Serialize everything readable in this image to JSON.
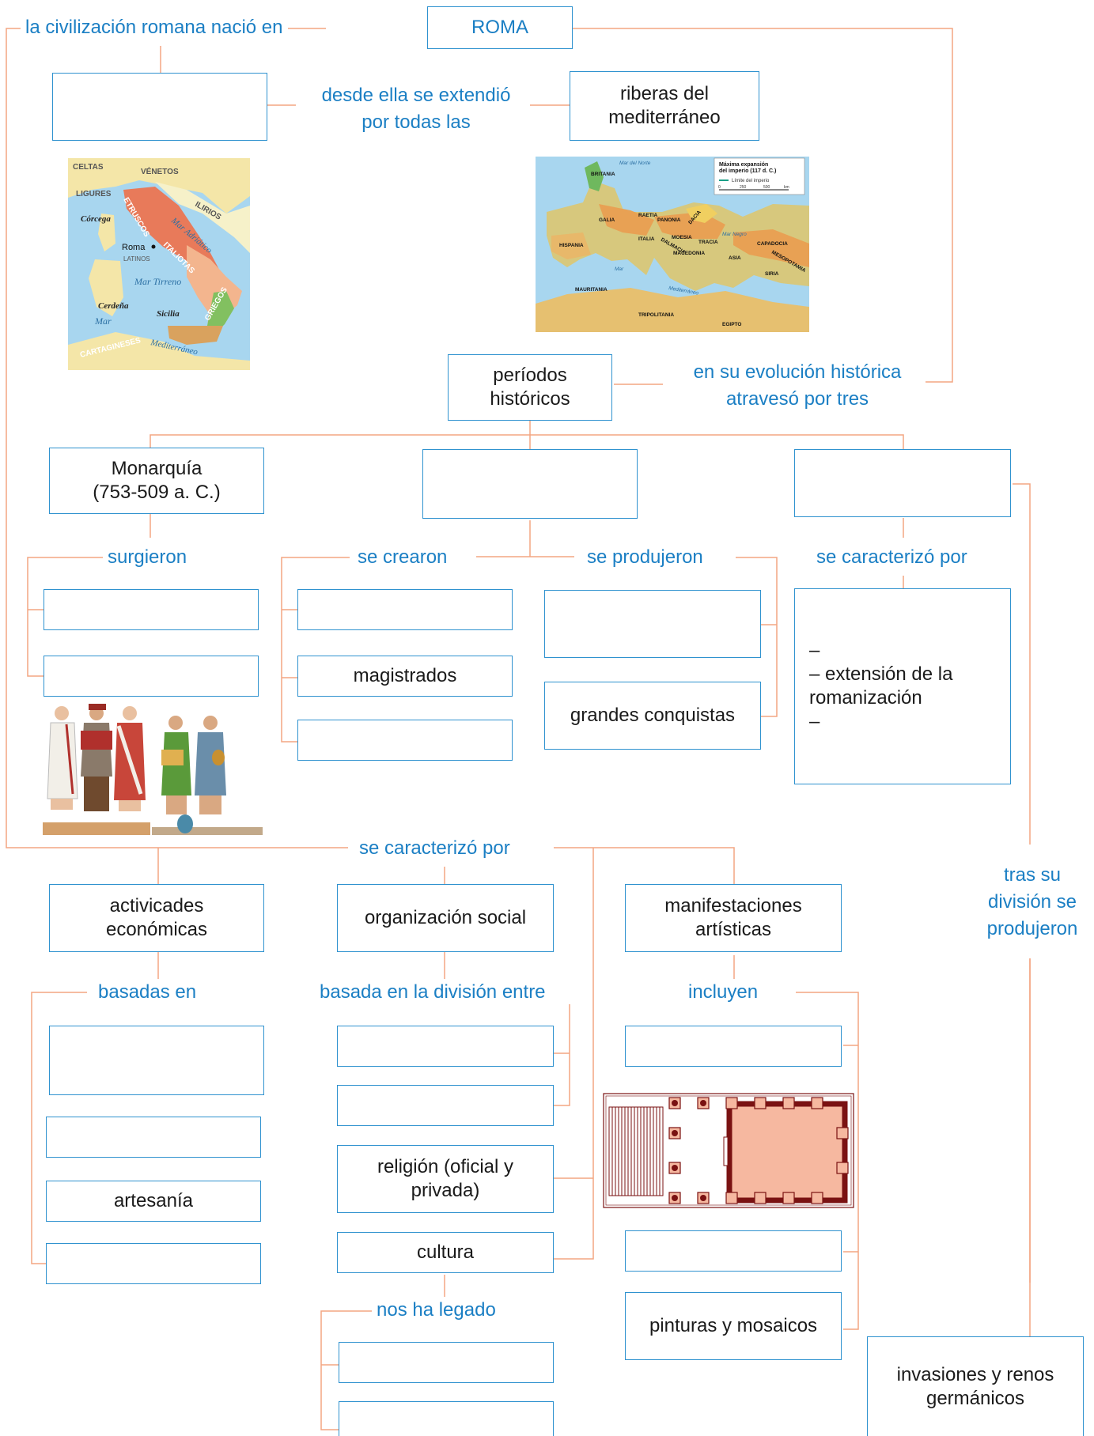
{
  "colors": {
    "connector": "#f4a582",
    "box_border": "#2f92cf",
    "label_text": "#1b7fc4"
  },
  "labels": {
    "nacio_en": "la civilización romana nació en",
    "extendio": "desde ella se extendió\npor todas las",
    "evolucion": "en su evolución histórica\natravesó por tres",
    "surgieron": "surgieron",
    "se_crearon": "se crearon",
    "se_produjeron": "se produjeron",
    "caracterizo_imperio": "se caracterizó por",
    "caracterizo_main": "se caracterizó por",
    "tras_division": "tras su\ndivisión se\nprodujeron",
    "basadas_en": "basadas en",
    "basada_division": "basada en la división entre",
    "incluyen": "incluyen",
    "nos_ha_legado": "nos ha legado"
  },
  "boxes": {
    "roma": "ROMA",
    "origen_blank": "",
    "riberas": "riberas del\nmediterráneo",
    "periodos": "períodos\nhistóricos",
    "monarquia": "Monarquía\n(753-509 a. C.)",
    "republica_blank": "",
    "imperio_blank": "",
    "surgieron_1": "",
    "surgieron_2": "",
    "crearon_1": "",
    "crearon_2": "magistrados",
    "crearon_3": "",
    "produjeron_1": "",
    "produjeron_2": "grandes conquistas",
    "imperio_caracteristicas": "–\n– extensión de la\n  romanización\n–",
    "actividades": "activicades\neconómicas",
    "organizacion": "organización social",
    "manifestaciones": "manifestaciones\nartísticas",
    "basadas_1": "",
    "basadas_2": "",
    "basadas_3": "artesanía",
    "basadas_4": "",
    "division_1": "",
    "division_2": "",
    "religion": "religión (oficial y\nprivada)",
    "cultura": "cultura",
    "legado_1": "",
    "legado_2": "",
    "incluyen_1": "",
    "incluyen_2": "",
    "pinturas": "pinturas y mosaicos",
    "invasiones": "invasiones y renos\ngermánicos"
  },
  "italy_map": {
    "labels": [
      "CELTAS",
      "VÉNETOS",
      "LIGURES",
      "ETRUSCOS",
      "ILIRIOS",
      "Córcega",
      "Mar Adriático",
      "Roma",
      "LATINOS",
      "ITALIOTAS",
      "Mar Tirreno",
      "Cerdeña",
      "Sicilia",
      "Mar",
      "CARTAGINESES",
      "GRIEGOS",
      "Mediterráneo"
    ]
  },
  "empire_map": {
    "legend_title": "Máxima expansión\ndel imperio (117 d. C.)",
    "legend_item": "Límite del imperio",
    "scale_ticks": [
      "0",
      "250",
      "500",
      "km"
    ],
    "labels": [
      "Mar del Norte",
      "BRITANIA",
      "GALIA",
      "RAETIA",
      "PANONIA",
      "DACIA",
      "HISPANIA",
      "ITALIA",
      "MOESIA",
      "TRACIA",
      "Mar Negro",
      "CAPADOCIA",
      "DALMACIA",
      "MACEDONIA",
      "ASIA",
      "MESOPOTAMIA",
      "Mar",
      "SIRIA",
      "MAURITANIA",
      "Mediterráneo",
      "TRIPOLITANIA",
      "EGIPTO"
    ]
  }
}
